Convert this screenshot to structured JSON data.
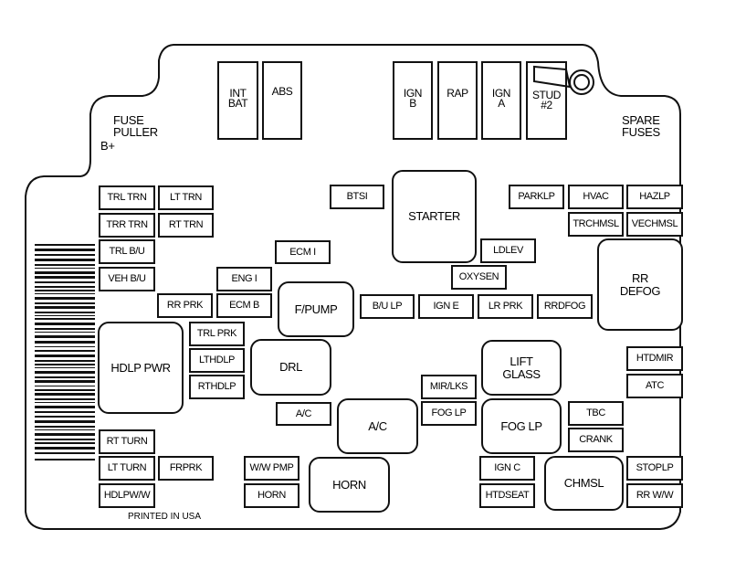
{
  "labels": {
    "fuse_puller": "FUSE\nPULLER",
    "b_plus": "B+",
    "spare_fuses": "SPARE\nFUSES",
    "printed": "PRINTED IN USA"
  },
  "maxi_fuses": [
    "INT\nBAT",
    "ABS",
    "IGN\nB",
    "RAP",
    "IGN\nA",
    "STUD\n#2"
  ],
  "relays": {
    "starter": "STARTER",
    "rr_defog": "RR\nDEFOG",
    "f_pump": "F/PUMP",
    "hdlp_pwr": "HDLP PWR",
    "drl": "DRL",
    "lift_glass": "LIFT\nGLASS",
    "ac": "A/C",
    "fog_lp": "FOG LP",
    "horn": "HORN",
    "chmsl": "CHMSL"
  },
  "fuses": {
    "trl_trn": "TRL TRN",
    "lt_trn": "LT TRN",
    "trr_trn": "TRR TRN",
    "rt_trn": "RT TRN",
    "trl_bu": "TRL B/U",
    "veh_bu": "VEH B/U",
    "btsi": "BTSI",
    "ecm_i": "ECM I",
    "eng_i": "ENG I",
    "rr_prk": "RR PRK",
    "ecm_b": "ECM B",
    "parklp": "PARKLP",
    "hvac": "HVAC",
    "hazlp": "HAZLP",
    "trchmsl": "TRCHMSL",
    "vechmsl": "VECHMSL",
    "ldlev": "LDLEV",
    "oxysen": "OXYSEN",
    "bu_lp": "B/U LP",
    "ign_e": "IGN E",
    "lr_prk": "LR PRK",
    "rrdfog": "RRDFOG",
    "trl_prk": "TRL PRK",
    "lthdlp": "LTHDLP",
    "rthdlp": "RTHDLP",
    "ac_fuse": "A/C",
    "mir_lks": "MIR/LKS",
    "fog_lp_fuse": "FOG LP",
    "htdmir": "HTDMIR",
    "atc": "ATC",
    "tbc": "TBC",
    "crank": "CRANK",
    "rt_turn": "RT TURN",
    "lt_turn": "LT TURN",
    "frprk": "FRPRK",
    "hdlpww": "HDLPW/W",
    "ww_pmp": "W/W PMP",
    "horn_fuse": "HORN",
    "ign_c": "IGN C",
    "htdseat": "HTDSEAT",
    "stoplp": "STOPLP",
    "rr_ww": "RR W/W"
  }
}
